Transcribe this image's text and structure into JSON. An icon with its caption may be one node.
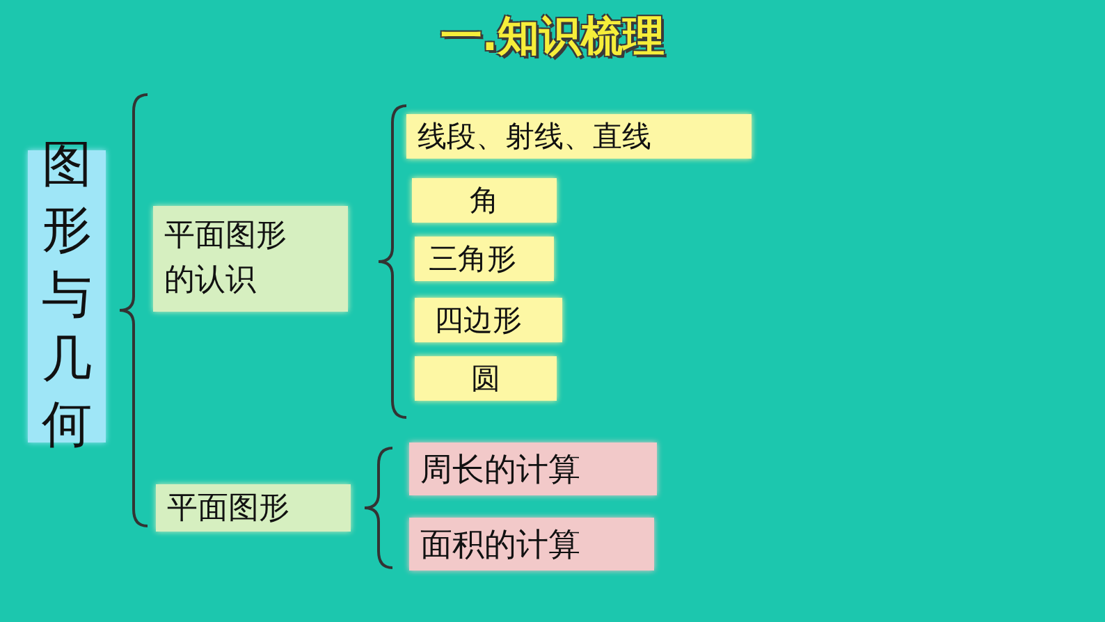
{
  "diagram": {
    "title": "一.知识梳理",
    "nodes": [
      {
        "text": [
          "图形与几何"
        ]
      },
      {
        "text": [
          "平面图形的认识"
        ]
      },
      {
        "text": [
          "线段、射线、直线"
        ]
      },
      {
        "text": [
          "角"
        ]
      },
      {
        "text": [
          "三角形"
        ]
      },
      {
        "text": [
          "四边形"
        ]
      },
      {
        "text": [
          "圆"
        ]
      },
      {
        "text": [
          "平面图形"
        ]
      },
      {
        "text": [
          "周长的计算"
        ]
      },
      {
        "text": [
          "面积的计算"
        ]
      }
    ],
    "edges": []
  }
}
